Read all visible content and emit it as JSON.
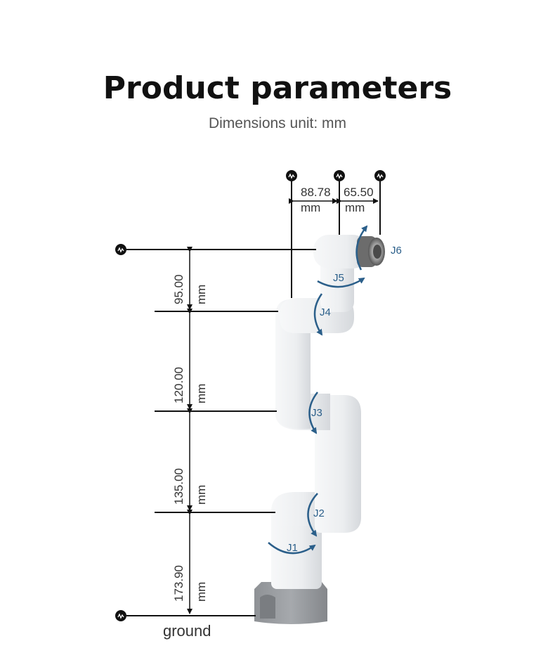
{
  "header": {
    "title": "Product parameters",
    "subtitle": "Dimensions unit: mm"
  },
  "dimensions": {
    "top": [
      {
        "value": "88.78",
        "unit": "mm"
      },
      {
        "value": "65.50",
        "unit": "mm"
      }
    ],
    "vertical": [
      {
        "value": "95.00",
        "unit": "mm"
      },
      {
        "value": "120.00",
        "unit": "mm"
      },
      {
        "value": "135.00",
        "unit": "mm"
      },
      {
        "value": "173.90",
        "unit": "mm"
      }
    ],
    "ground_label": "ground"
  },
  "joints": [
    "J1",
    "J2",
    "J3",
    "J4",
    "J5",
    "J6"
  ],
  "colors": {
    "arm": "#f1f2f3",
    "arm_shadow": "#d9dbde",
    "base": "#9a9da1",
    "joint_arrow": "#2b5f8a",
    "line": "#111111"
  }
}
